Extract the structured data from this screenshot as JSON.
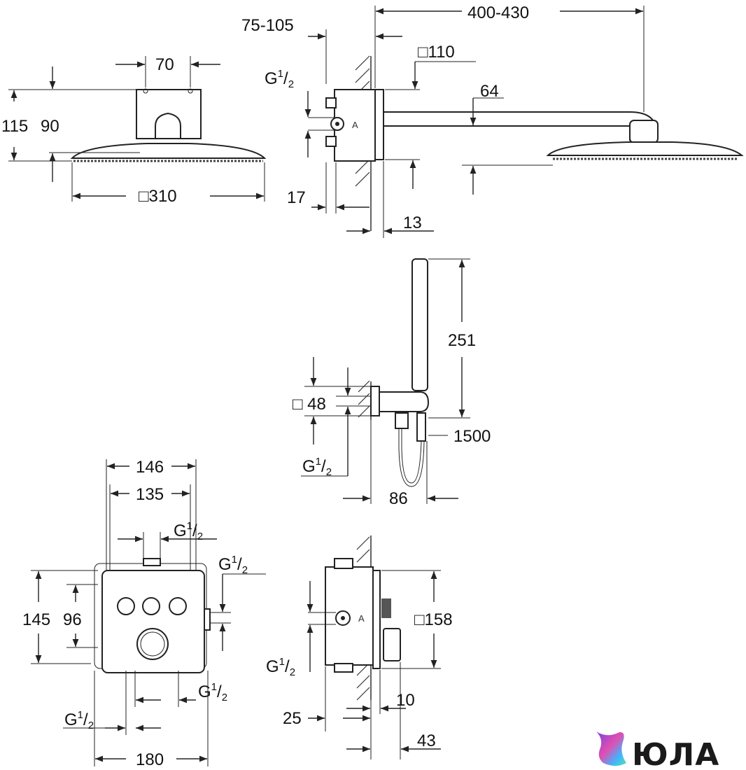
{
  "dimensions": {
    "head_top": {
      "width_70": "70",
      "height_115": "115",
      "height_90": "90",
      "diameter_310": "□310"
    },
    "head_side": {
      "wall_75_105": "75-105",
      "arm_400_430": "400-430",
      "flange_110": "□110",
      "offset_64": "64",
      "depth_17": "17",
      "depth_13": "13",
      "thread_g": "G",
      "thread_frac_num": "1",
      "thread_frac_den": "2"
    },
    "hand_shower": {
      "length_251": "251",
      "bracket_48": "□ 48",
      "hose_1500": "1500",
      "offset_86": "86",
      "thread_g": "G",
      "thread_frac_num": "1",
      "thread_frac_den": "2"
    },
    "mixer_front": {
      "width_146": "146",
      "width_135": "135",
      "height_145": "145",
      "height_96": "96",
      "width_180": "180",
      "g_top": "G",
      "g_right": "G",
      "g_bottom_right": "G",
      "g_bottom_left": "G",
      "frac_num": "1",
      "frac_den": "2"
    },
    "mixer_side": {
      "size_158": "□158",
      "depth_25": "25",
      "depth_10": "10",
      "depth_43": "43",
      "thread_g": "G",
      "thread_frac_num": "1",
      "thread_frac_den": "2"
    }
  },
  "logo": {
    "text": "ЮЛА",
    "colors": [
      "#7b3fe4",
      "#e04fb0",
      "#3fb6ff",
      "#5ce1a8"
    ]
  }
}
